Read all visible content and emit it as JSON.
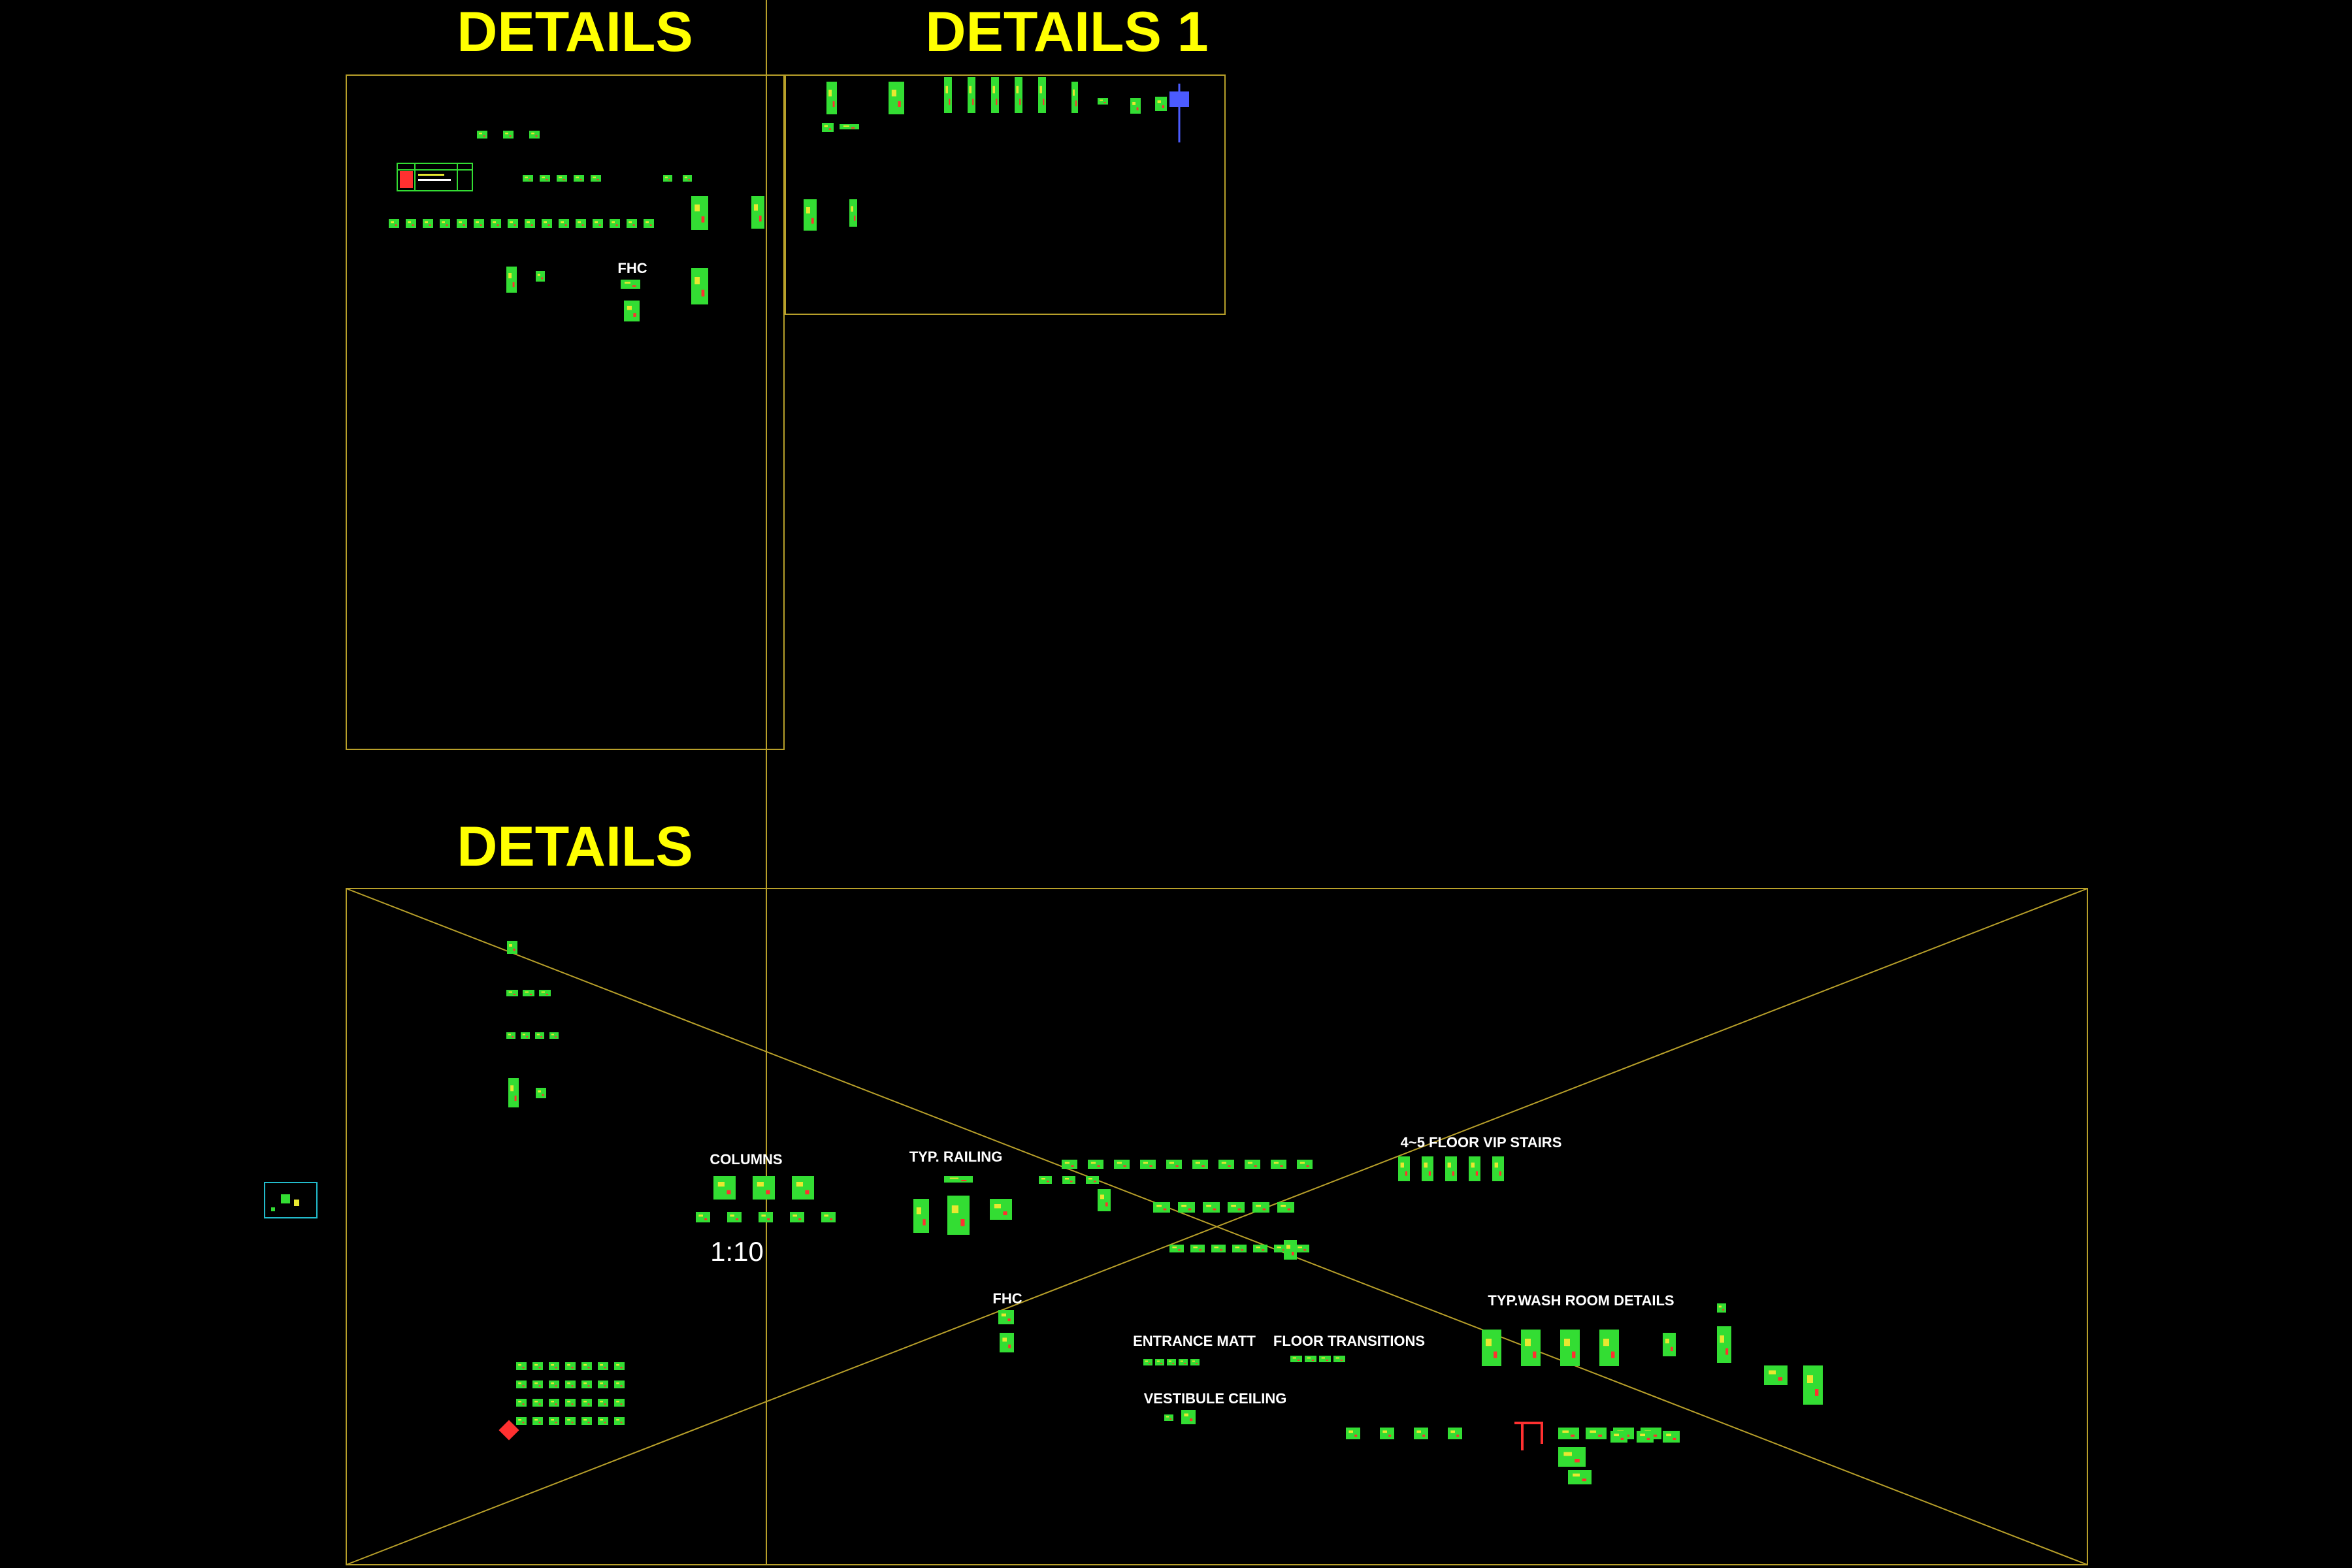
{
  "colors": {
    "background": "#000000",
    "frame": "#b8a02a",
    "title": "#ffff00",
    "label": "#ffffff",
    "detail_green": "#33dd33",
    "detail_yellow": "#e8e830",
    "detail_red": "#ff3030",
    "detail_cyan": "#22bbcc",
    "detail_blue": "#4b5bff"
  },
  "titles": {
    "top_left": "DETAILS",
    "top_right": "DETAILS 1",
    "bottom": "DETAILS"
  },
  "labels": {
    "fhc_top": "FHC",
    "columns": "COLUMNS",
    "scale": "1:10",
    "typ_railing": "TYP. RAILING",
    "floor_vip_stairs": "4~5 FLOOR VIP STAIRS",
    "fhc_bottom": "FHC",
    "typ_wash_room": "TYP.WASH ROOM DETAILS",
    "entrance_matt": "ENTRANCE MATT",
    "floor_transitions": "FLOOR TRANSITIONS",
    "vestibule_ceiling": "VESTIBULE CEILING"
  }
}
